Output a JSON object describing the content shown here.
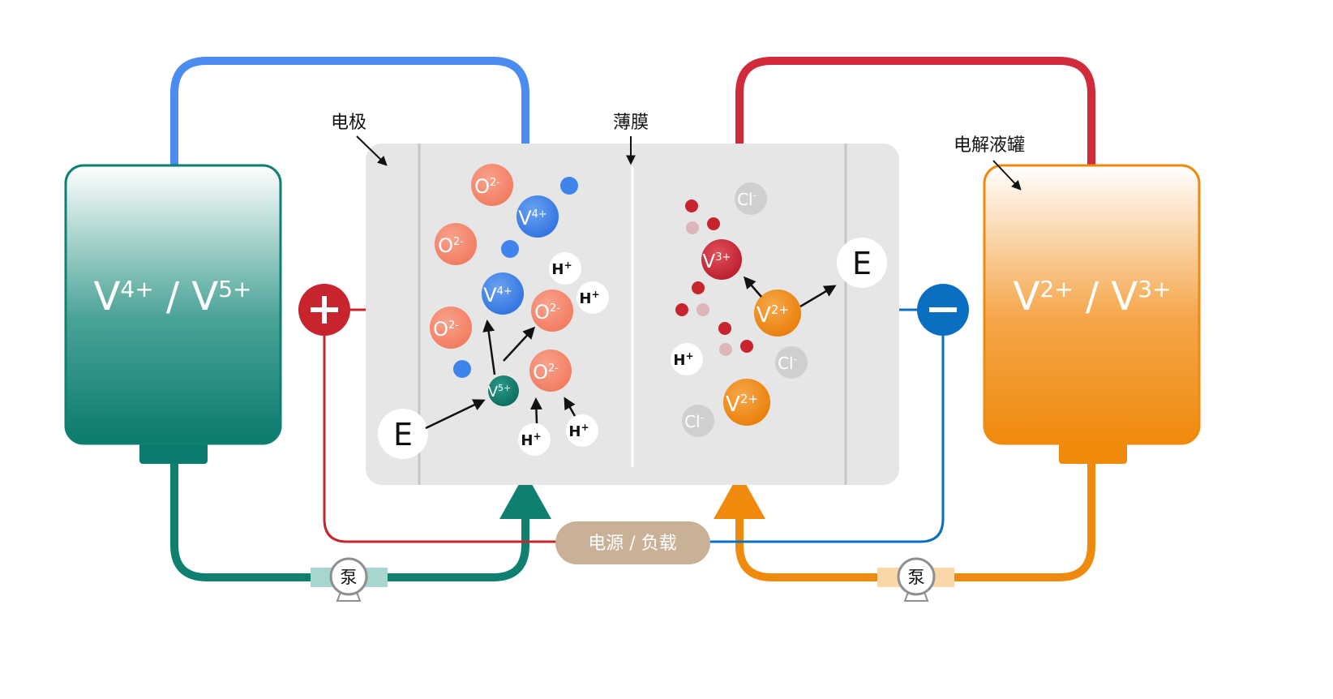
{
  "labels": {
    "electrode": "电极",
    "membrane": "薄膜",
    "electrolyte_tank": "电解液罐",
    "power_load": "电源 / 负载",
    "pump_left": "泵",
    "pump_right": "泵"
  },
  "tanks": {
    "left": {
      "ion": "V",
      "charge_a": "4+",
      "separator": " / ",
      "ion_b": "V",
      "charge_b": "5+"
    },
    "right": {
      "ion": "V",
      "charge_a": "2+",
      "separator": " / ",
      "ion_b": "V",
      "charge_b": "3+"
    }
  },
  "terminals": {
    "positive": "+",
    "negative": "−"
  },
  "electron": "E",
  "particles": {
    "oxygen": {
      "base": "O",
      "charge": "2-"
    },
    "v4": {
      "base": "V",
      "charge": "4+"
    },
    "v5": {
      "base": "V",
      "charge": "5+"
    },
    "v3": {
      "base": "V",
      "charge": "3+"
    },
    "v2": {
      "base": "V",
      "charge": "2+"
    },
    "hydrogen": {
      "base": "H",
      "charge": "+"
    },
    "chloride": {
      "base": "Cl",
      "charge": "-"
    }
  },
  "colors": {
    "blue_loop": "#4a8cf0",
    "red_loop": "#d12a3a",
    "teal": "#0f7f70",
    "orange": "#f08a0c",
    "cell_bg": "#e6e6e6",
    "positive": "#c8242e",
    "negative": "#0a6fc0",
    "oxygen": "#f4866a",
    "vanadium4": "#3f84ea",
    "vanadium5": "#127a6a",
    "vanadium3": "#c8242e",
    "vanadium2": "#f08a0c",
    "chloride": "#cfcfcf",
    "power_pill": "#c8b197",
    "pump_left": "#a7d6cf",
    "pump_right": "#fad7a8"
  },
  "icons": [
    "positive-terminal-icon",
    "negative-terminal-icon",
    "pump-icon",
    "arrow-icon"
  ]
}
